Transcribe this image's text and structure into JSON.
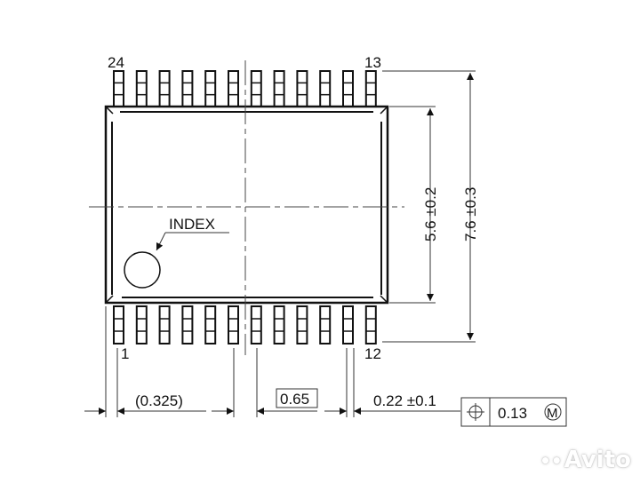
{
  "diagram": {
    "type": "IC package outline drawing (SSOP-24 style)",
    "pin_count": 24,
    "pins_per_side": 12,
    "pin_labels": {
      "top_left": "24",
      "top_right": "13",
      "bottom_left": "1",
      "bottom_right": "12"
    },
    "index_label": "INDEX",
    "dimensions": {
      "body_width": "5.6 ±0.2",
      "overall_width": "7.6 ±0.3",
      "end_offset": "(0.325)",
      "pitch": "0.65",
      "lead_width": "0.22 ±0.1",
      "position_tolerance": {
        "symbol": "position",
        "value": "0.13",
        "modifier": "M"
      }
    }
  },
  "watermark": {
    "text": "Avito",
    "dots": "••"
  },
  "colors": {
    "line": "#111111",
    "thin_line": "#333333",
    "background": "#ffffff"
  }
}
